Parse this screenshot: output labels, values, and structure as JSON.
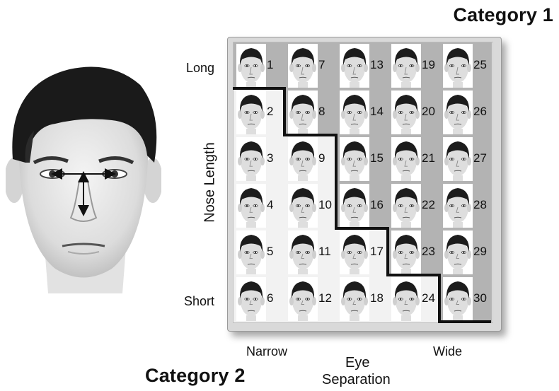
{
  "titles": {
    "category1": "Category 1",
    "category2": "Category 2"
  },
  "axes": {
    "y_label": "Nose Length",
    "y_top": "Long",
    "y_bottom": "Short",
    "x_left": "Narrow",
    "x_right": "Wide",
    "x_label_line1": "Eye",
    "x_label_line2": "Separation"
  },
  "grid": {
    "columns": 5,
    "rows": 6,
    "cells": [
      [
        "1",
        "7",
        "13",
        "19",
        "25"
      ],
      [
        "2",
        "8",
        "14",
        "20",
        "26"
      ],
      [
        "3",
        "9",
        "15",
        "21",
        "27"
      ],
      [
        "4",
        "10",
        "16",
        "22",
        "28"
      ],
      [
        "5",
        "11",
        "17",
        "23",
        "29"
      ],
      [
        "6",
        "12",
        "18",
        "24",
        "30"
      ]
    ],
    "category1_region": "upper-right of staircase boundary",
    "category2_region": "lower-left of staircase boundary",
    "colors": {
      "category1_shade": "#b3b3b3",
      "category2_shade": "#f2f2f2",
      "boundary": "#111111"
    }
  },
  "reference_face": {
    "icon": "face-with-measure-arrows-icon"
  }
}
